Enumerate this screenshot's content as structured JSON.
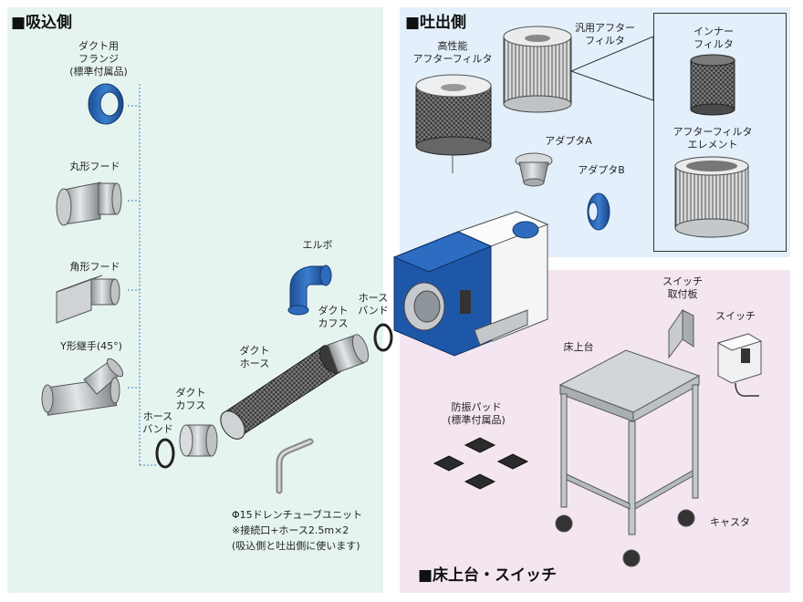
{
  "sections": {
    "intake": "■吸込側",
    "exhaust": "■吐出側",
    "stand": "■床上台・スイッチ"
  },
  "intake": {
    "duct_flange": [
      "ダクト用",
      "フランジ",
      "(標準付属品)"
    ],
    "round_hood": "丸形フード",
    "square_hood": "角形フード",
    "y_joint": "Y形継手(45°)",
    "hose_band_left": [
      "ホース",
      "バンド"
    ],
    "duct_cuffs_left": [
      "ダクト",
      "カフス"
    ],
    "duct_hose": [
      "ダクト",
      "ホース"
    ],
    "elbow": "エルボ",
    "duct_cuffs_right": [
      "ダクト",
      "カフス"
    ],
    "hose_band_right": [
      "ホース",
      "バンド"
    ],
    "drain": [
      "Φ15ドレンチューブユニット",
      "※接続口+ホース2.5m×2",
      "(吸込側と吐出側に使います)"
    ]
  },
  "exhaust": {
    "high_perf_filter": [
      "高性能",
      "アフターフィルタ"
    ],
    "general_filter": [
      "汎用アフター",
      "フィルタ"
    ],
    "adapter_a": "アダプタA",
    "adapter_b": "アダプタB",
    "inner_filter": [
      "インナー",
      "フィルタ"
    ],
    "filter_element": [
      "アフターフィルタ",
      "エレメント"
    ]
  },
  "stand": {
    "switch_plate": [
      "スイッチ",
      "取付板"
    ],
    "switch": "スイッチ",
    "floor_stand": "床上台",
    "vibration_pad": [
      "防振パッド",
      "(標準付属品)"
    ],
    "caster": "キャスタ"
  },
  "colors": {
    "intake_bg": "#e6f4ef",
    "exhaust_bg": "#e3f0fb",
    "stand_bg": "#f3e6f1",
    "accent_blue": "#2a63b4",
    "leader_blue": "#3b86c9"
  }
}
